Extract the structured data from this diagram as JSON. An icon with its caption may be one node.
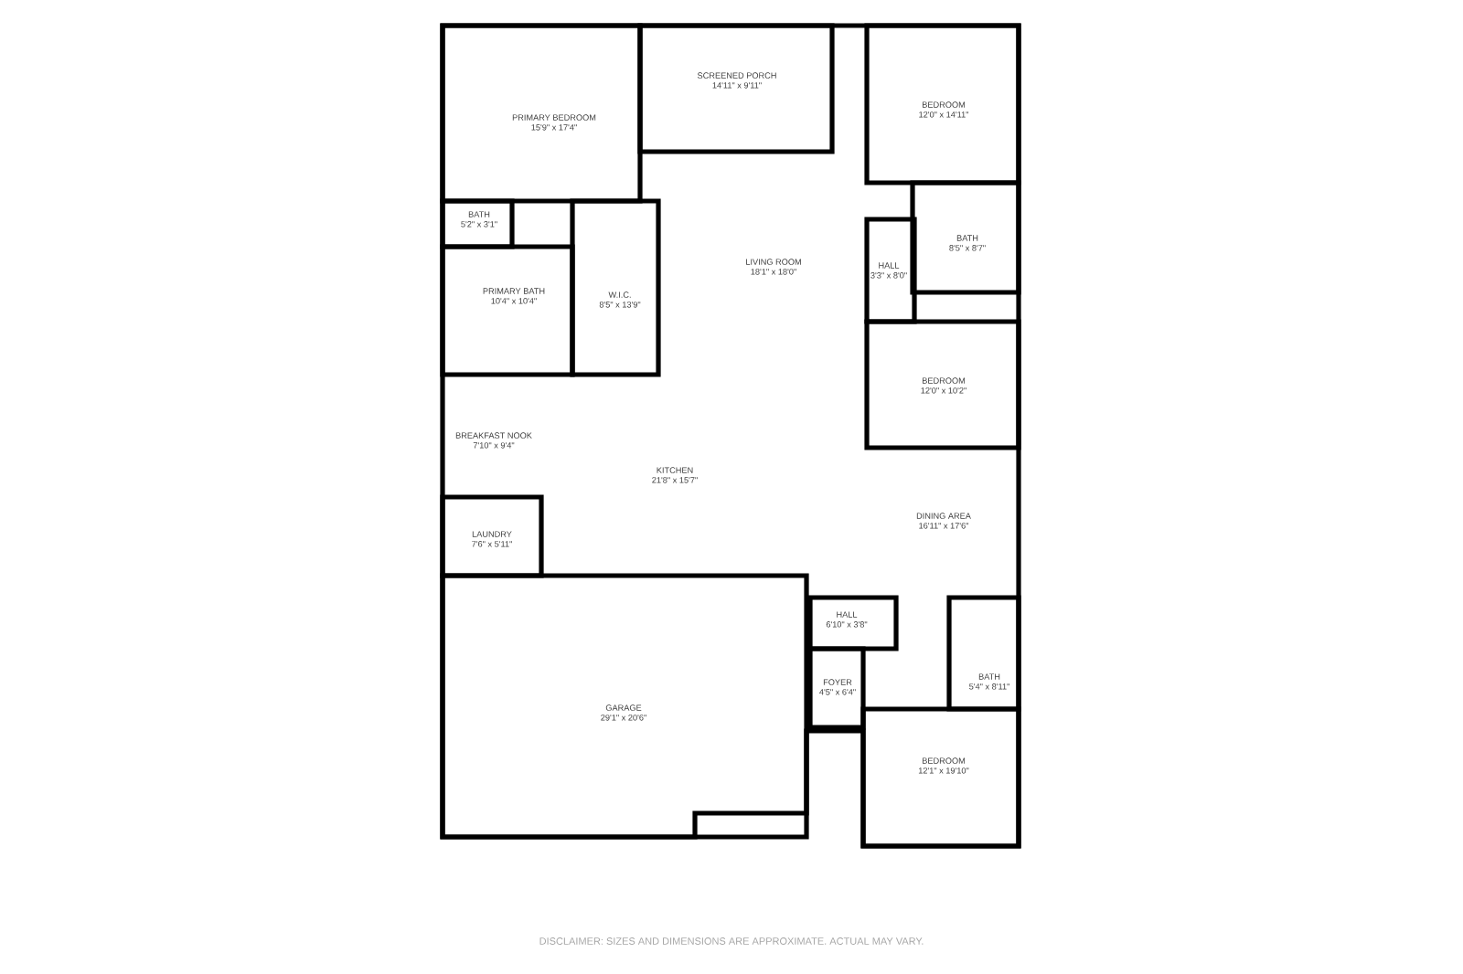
{
  "diagram": {
    "nodes": [
      {
        "text": [
          "PRIMARY BEDROOM",
          "15'9\" x 17'4\""
        ]
      },
      {
        "text": [
          "SCREENED PORCH",
          "14'11\" x 9'11\""
        ]
      },
      {
        "text": [
          "BEDROOM",
          "12'0\" x 14'11\""
        ]
      },
      {
        "text": [
          "BATH",
          "5'2\" x 3'1\""
        ]
      },
      {
        "text": [
          "PRIMARY BATH",
          "10'4\" x 10'4\""
        ]
      },
      {
        "text": [
          "W.I.C.",
          "8'5\" x 13'9\""
        ]
      },
      {
        "text": [
          "LIVING ROOM",
          "18'1\" x 18'0\""
        ]
      },
      {
        "text": [
          "HALL",
          "3'3\" x 8'0\""
        ]
      },
      {
        "text": [
          "BATH",
          "8'5\" x 8'7\""
        ]
      },
      {
        "text": [
          "BEDROOM",
          "12'0\" x 10'2\""
        ]
      },
      {
        "text": [
          "BREAKFAST NOOK",
          "7'10\" x 9'4\""
        ]
      },
      {
        "text": [
          "KITCHEN",
          "21'8\" x 15'7\""
        ]
      },
      {
        "text": [
          "LAUNDRY",
          "7'6\" x 5'11\""
        ]
      },
      {
        "text": [
          "DINING AREA",
          "16'11\" x 17'6\""
        ]
      },
      {
        "text": [
          "HALL",
          "6'10\" x 3'8\""
        ]
      },
      {
        "text": [
          "BATH",
          "5'4\" x 8'11\""
        ]
      },
      {
        "text": [
          "FOYER",
          "4'5\" x 6'4\""
        ]
      },
      {
        "text": [
          "GARAGE",
          "29'1\" x 20'6\""
        ]
      },
      {
        "text": [
          "BEDROOM",
          "12'1\" x 19'10\""
        ]
      }
    ],
    "labels": [
      "DISCLAIMER: SIZES AND DIMENSIONS ARE APPROXIMATE. ACTUAL MAY VARY."
    ]
  }
}
